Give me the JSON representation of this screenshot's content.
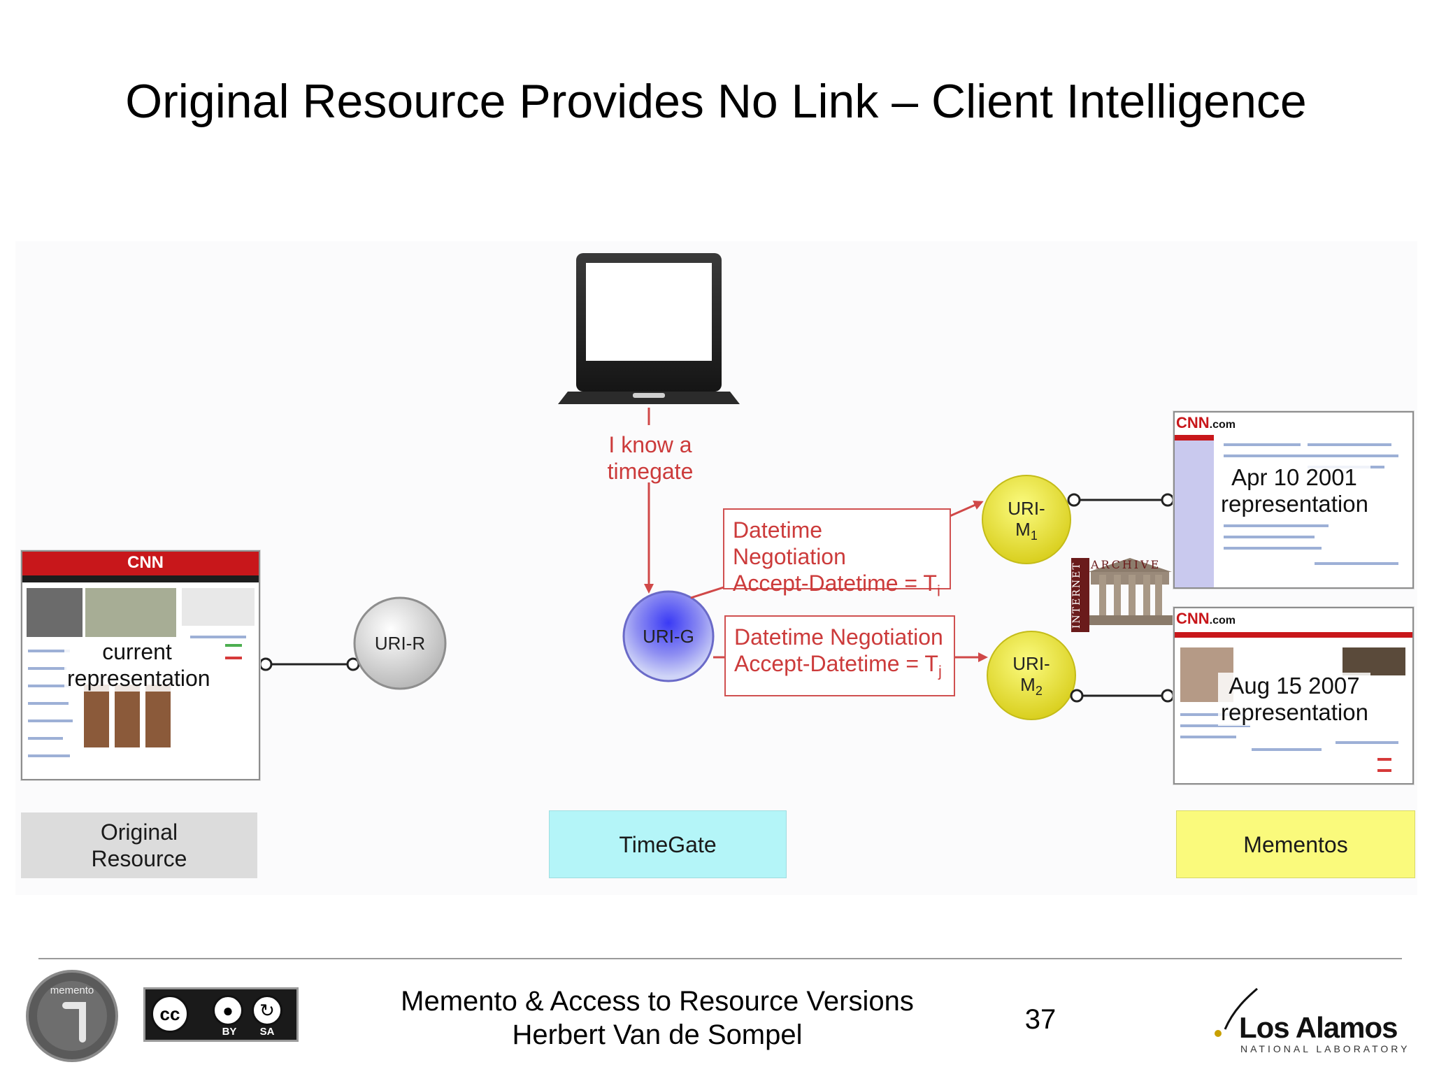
{
  "slide": {
    "title": "Original Resource Provides No Link – Client Intelligence",
    "page_number": "37"
  },
  "diagram": {
    "client_note_line1": "I know a",
    "client_note_line2": "timegate",
    "negotiation_top": {
      "line1": "Datetime Negotiation",
      "line2_prefix": "Accept-Datetime = T",
      "line2_sub": "i"
    },
    "negotiation_bottom": {
      "line1": "Datetime Negotiation",
      "line2_prefix": "Accept-Datetime = T",
      "line2_sub": "j"
    },
    "nodes": {
      "uri_r": "URI-R",
      "uri_g": "URI-G",
      "uri_m1_top": "URI-",
      "uri_m1_main": "M",
      "uri_m1_sub": "1",
      "uri_m2_top": "URI-",
      "uri_m2_main": "M",
      "uri_m2_sub": "2"
    },
    "original_page_caption_line1": "current",
    "original_page_caption_line2": "representation",
    "memento1_caption_line1": "Apr 10 2001",
    "memento1_caption_line2": "representation",
    "memento2_caption_line1": "Aug 15 2007",
    "memento2_caption_line2": "representation",
    "archive_logo": {
      "vertical": "INTERNET",
      "horizontal": "ARCHIVE"
    },
    "cnn_logo": "CNN",
    "cnn_com": ".com",
    "section_labels": {
      "original_line1": "Original",
      "original_line2": "Resource",
      "timegate": "TimeGate",
      "mementos": "Mementos"
    }
  },
  "footer": {
    "line1": "Memento & Access to Resource Versions",
    "line2": "Herbert Van de Sompel",
    "memento_logo_text": "memento",
    "cc_text": "cc",
    "cc_by": "BY",
    "cc_sa": "SA",
    "lanl_line1": "Los Alamos",
    "lanl_line2": "NATIONAL LABORATORY"
  },
  "colors": {
    "arrow_red": "#d04848",
    "uri_r_fill": "#d9d9d9",
    "uri_g_fill": "#6a6af0",
    "uri_m_fill": "#e6e046",
    "original_label_bg": "#dcdcdc",
    "timegate_label_bg": "#b4f5f8",
    "mementos_label_bg": "#fafa7c"
  }
}
